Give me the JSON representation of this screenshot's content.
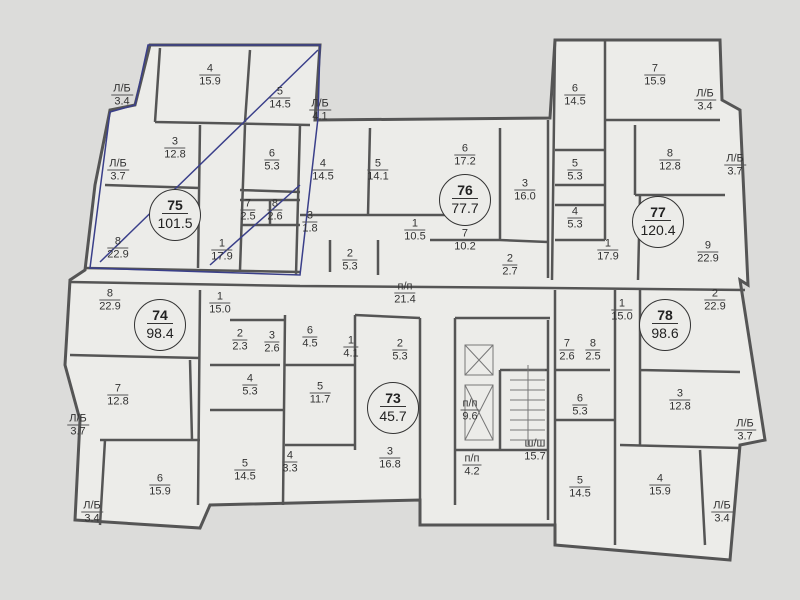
{
  "apartments": [
    {
      "number": "75",
      "area": "101.5"
    },
    {
      "number": "76",
      "area": "77.7"
    },
    {
      "number": "77",
      "area": "120.4"
    },
    {
      "number": "74",
      "area": "98.4"
    },
    {
      "number": "73",
      "area": "45.7"
    },
    {
      "number": "78",
      "area": "98.6"
    }
  ],
  "rooms": [
    {
      "num": "4",
      "area": "15.9"
    },
    {
      "num": "5",
      "area": "14.5"
    },
    {
      "num": "3",
      "area": "12.8"
    },
    {
      "num": "6",
      "area": "5.3"
    },
    {
      "num": "7",
      "area": "2.5"
    },
    {
      "num": "8",
      "area": "2.6"
    },
    {
      "num": "8",
      "area": "22.9"
    },
    {
      "num": "1",
      "area": "17.9"
    },
    {
      "num": "Л/Б",
      "area": "3.4"
    },
    {
      "num": "Л/Б",
      "area": "3.7"
    },
    {
      "num": "Л/Б",
      "area": "4.1"
    },
    {
      "num": "4",
      "area": "14.5"
    },
    {
      "num": "5",
      "area": "14.1"
    },
    {
      "num": "6",
      "area": "17.2"
    },
    {
      "num": "3",
      "area": "16.0"
    },
    {
      "num": "3",
      "area": "1.8"
    },
    {
      "num": "1",
      "area": "10.5"
    },
    {
      "num": "7",
      "area": "10.2"
    },
    {
      "num": "2",
      "area": "5.3"
    },
    {
      "num": "2",
      "area": "2.7"
    },
    {
      "num": "6",
      "area": "14.5"
    },
    {
      "num": "7",
      "area": "15.9"
    },
    {
      "num": "Л/Б",
      "area": "3.4"
    },
    {
      "num": "8",
      "area": "12.8"
    },
    {
      "num": "Л/Б",
      "area": "3.7"
    },
    {
      "num": "5",
      "area": "5.3"
    },
    {
      "num": "4",
      "area": "5.3"
    },
    {
      "num": "9",
      "area": "22.9"
    },
    {
      "num": "1",
      "area": "17.9"
    },
    {
      "num": "п/п",
      "area": "21.4"
    },
    {
      "num": "8",
      "area": "22.9"
    },
    {
      "num": "1",
      "area": "15.0"
    },
    {
      "num": "2",
      "area": "2.3"
    },
    {
      "num": "3",
      "area": "2.6"
    },
    {
      "num": "7",
      "area": "12.8"
    },
    {
      "num": "Л/Б",
      "area": "3.7"
    },
    {
      "num": "4",
      "area": "5.3"
    },
    {
      "num": "5",
      "area": "14.5"
    },
    {
      "num": "6",
      "area": "15.9"
    },
    {
      "num": "Л/Б",
      "area": "3.4"
    },
    {
      "num": "6",
      "area": "4.5"
    },
    {
      "num": "1",
      "area": "4.1"
    },
    {
      "num": "2",
      "area": "5.3"
    },
    {
      "num": "5",
      "area": "11.7"
    },
    {
      "num": "3",
      "area": "16.8"
    },
    {
      "num": "4",
      "area": "3.3"
    },
    {
      "num": "п/п",
      "area": "9.6"
    },
    {
      "num": "п/п",
      "area": "4.2"
    },
    {
      "num": "ш/ш",
      "area": "15.7"
    },
    {
      "num": "1",
      "area": "15.0"
    },
    {
      "num": "2",
      "area": "22.9"
    },
    {
      "num": "7",
      "area": "2.6"
    },
    {
      "num": "8",
      "area": "2.5"
    },
    {
      "num": "6",
      "area": "5.3"
    },
    {
      "num": "3",
      "area": "12.8"
    },
    {
      "num": "Л/Б",
      "area": "3.7"
    },
    {
      "num": "5",
      "area": "14.5"
    },
    {
      "num": "4",
      "area": "15.9"
    },
    {
      "num": "Л/Б",
      "area": "3.4"
    }
  ],
  "colors": {
    "paper": "#ecece9",
    "wall": "#555555",
    "outline": "#3a3f8a"
  }
}
